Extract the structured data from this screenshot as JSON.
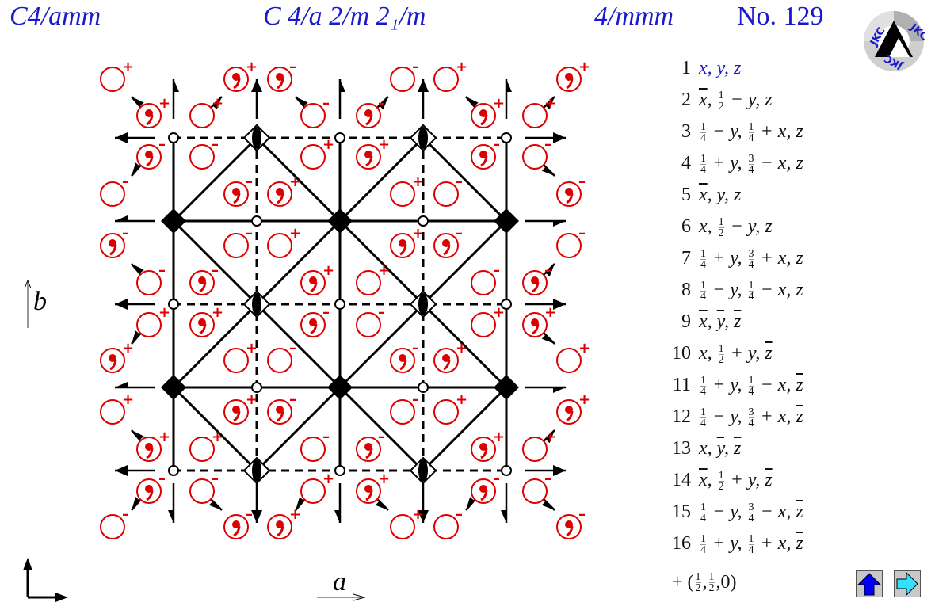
{
  "header": {
    "short_symbol": "C4/amm",
    "full_symbol": "C 4/a 2/m 2₁/m",
    "point_group": "4/mmm",
    "number_label": "No. 129"
  },
  "logo": {
    "text": "JKC"
  },
  "axes": {
    "a_label": "a",
    "b_label": "b"
  },
  "colors": {
    "header": "#1a1acc",
    "atoms": "#dd0000",
    "lines": "#000000",
    "btn_up": "#0000ff",
    "btn_next": "#33e0ff",
    "btn_bg": "#c8c8c8"
  },
  "operations": [
    {
      "n": "1",
      "coords": [
        "x",
        "y",
        "z"
      ]
    },
    {
      "n": "2",
      "coords": [
        "-x",
        "1/2 - y",
        "z"
      ]
    },
    {
      "n": "3",
      "coords": [
        "1/4 - y",
        "1/4 + x",
        "z"
      ]
    },
    {
      "n": "4",
      "coords": [
        "1/4 + y",
        "3/4 - x",
        "z"
      ]
    },
    {
      "n": "5",
      "coords": [
        "-x",
        "y",
        "z"
      ]
    },
    {
      "n": "6",
      "coords": [
        "x",
        "1/2 - y",
        "z"
      ]
    },
    {
      "n": "7",
      "coords": [
        "1/4 + y",
        "3/4 + x",
        "z"
      ]
    },
    {
      "n": "8",
      "coords": [
        "1/4 - y",
        "1/4 - x",
        "z"
      ]
    },
    {
      "n": "9",
      "coords": [
        "-x",
        "-y",
        "-z"
      ]
    },
    {
      "n": "10",
      "coords": [
        "x",
        "1/2 + y",
        "-z"
      ]
    },
    {
      "n": "11",
      "coords": [
        "1/4 + y",
        "1/4 - x",
        "-z"
      ]
    },
    {
      "n": "12",
      "coords": [
        "1/4 - y",
        "3/4 + x",
        "-z"
      ]
    },
    {
      "n": "13",
      "coords": [
        "x",
        "-y",
        "-z"
      ]
    },
    {
      "n": "14",
      "coords": [
        "-x",
        "1/2 + y",
        "-z"
      ]
    },
    {
      "n": "15",
      "coords": [
        "1/4 - y",
        "3/4 - x",
        "-z"
      ]
    },
    {
      "n": "16",
      "coords": [
        "1/4 + y",
        "1/4 + x",
        "-z"
      ]
    }
  ],
  "centering": "+ (1/2,1/2,0)",
  "nav": {
    "up_title": "up",
    "next_title": "next"
  },
  "grid": {
    "xs": [
      219,
      324,
      429,
      534,
      639
    ],
    "ys": [
      174,
      279,
      384,
      489,
      594
    ]
  },
  "atoms": [
    [
      142,
      100,
      "o",
      "+"
    ],
    [
      298,
      100,
      "c",
      "+"
    ],
    [
      353,
      100,
      "c",
      "-"
    ],
    [
      508,
      100,
      "o",
      "-"
    ],
    [
      563,
      100,
      "o",
      "+"
    ],
    [
      718,
      100,
      "c",
      "+"
    ],
    [
      188,
      146,
      "c",
      "+"
    ],
    [
      255,
      146,
      "o",
      "+"
    ],
    [
      395,
      146,
      "o",
      "-"
    ],
    [
      465,
      146,
      "c",
      "-"
    ],
    [
      610,
      146,
      "c",
      "+"
    ],
    [
      675,
      146,
      "o",
      "+"
    ],
    [
      188,
      198,
      "c",
      "-"
    ],
    [
      255,
      198,
      "o",
      "-"
    ],
    [
      395,
      198,
      "o",
      "+"
    ],
    [
      465,
      198,
      "c",
      "+"
    ],
    [
      610,
      198,
      "c",
      "-"
    ],
    [
      675,
      198,
      "o",
      "-"
    ],
    [
      142,
      245,
      "o",
      "-"
    ],
    [
      298,
      245,
      "c",
      "-"
    ],
    [
      353,
      245,
      "c",
      "+"
    ],
    [
      508,
      245,
      "o",
      "+"
    ],
    [
      563,
      245,
      "o",
      "-"
    ],
    [
      718,
      245,
      "c",
      "-"
    ],
    [
      142,
      310,
      "c",
      "-"
    ],
    [
      298,
      310,
      "o",
      "-"
    ],
    [
      353,
      310,
      "o",
      "+"
    ],
    [
      508,
      310,
      "c",
      "+"
    ],
    [
      563,
      310,
      "c",
      "-"
    ],
    [
      718,
      310,
      "o",
      "-"
    ],
    [
      188,
      357,
      "o",
      "-"
    ],
    [
      255,
      357,
      "c",
      "-"
    ],
    [
      395,
      357,
      "c",
      "+"
    ],
    [
      465,
      357,
      "o",
      "+"
    ],
    [
      610,
      357,
      "o",
      "-"
    ],
    [
      675,
      357,
      "c",
      "-"
    ],
    [
      188,
      410,
      "o",
      "+"
    ],
    [
      255,
      410,
      "c",
      "+"
    ],
    [
      395,
      410,
      "c",
      "-"
    ],
    [
      465,
      410,
      "o",
      "-"
    ],
    [
      610,
      410,
      "o",
      "+"
    ],
    [
      675,
      410,
      "c",
      "+"
    ],
    [
      142,
      455,
      "c",
      "+"
    ],
    [
      298,
      455,
      "o",
      "+"
    ],
    [
      353,
      455,
      "o",
      "-"
    ],
    [
      508,
      455,
      "c",
      "-"
    ],
    [
      563,
      455,
      "c",
      "+"
    ],
    [
      718,
      455,
      "o",
      "+"
    ],
    [
      142,
      520,
      "o",
      "+"
    ],
    [
      298,
      520,
      "c",
      "+"
    ],
    [
      353,
      520,
      "c",
      "-"
    ],
    [
      508,
      520,
      "o",
      "-"
    ],
    [
      563,
      520,
      "o",
      "+"
    ],
    [
      718,
      520,
      "c",
      "+"
    ],
    [
      188,
      567,
      "c",
      "+"
    ],
    [
      255,
      567,
      "o",
      "+"
    ],
    [
      395,
      567,
      "o",
      "-"
    ],
    [
      465,
      567,
      "c",
      "-"
    ],
    [
      610,
      567,
      "c",
      "+"
    ],
    [
      675,
      567,
      "o",
      "+"
    ],
    [
      188,
      620,
      "c",
      "-"
    ],
    [
      255,
      620,
      "o",
      "-"
    ],
    [
      395,
      620,
      "o",
      "+"
    ],
    [
      465,
      620,
      "c",
      "+"
    ],
    [
      610,
      620,
      "c",
      "-"
    ],
    [
      675,
      620,
      "o",
      "-"
    ],
    [
      142,
      665,
      "o",
      "-"
    ],
    [
      298,
      665,
      "c",
      "-"
    ],
    [
      353,
      665,
      "c",
      "+"
    ],
    [
      508,
      665,
      "o",
      "+"
    ],
    [
      563,
      665,
      "o",
      "-"
    ],
    [
      718,
      665,
      "c",
      "-"
    ]
  ]
}
